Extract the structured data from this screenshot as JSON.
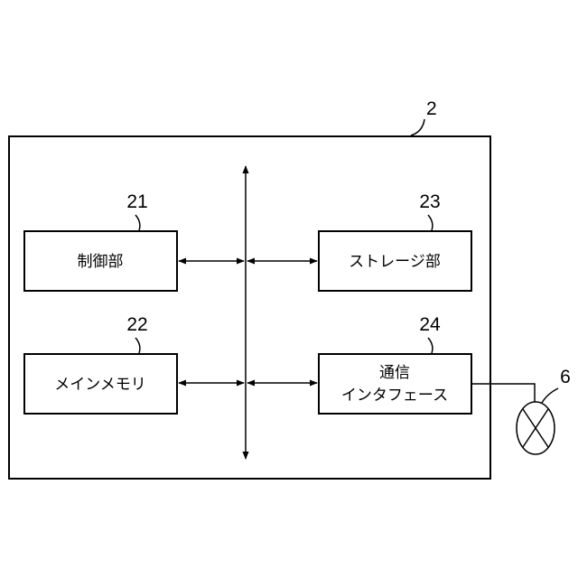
{
  "diagram": {
    "device": {
      "ref": "2"
    },
    "blocks": {
      "control": {
        "ref": "21",
        "label": "制御部"
      },
      "memory": {
        "ref": "22",
        "label": "メインメモリ"
      },
      "storage": {
        "ref": "23",
        "label": "ストレージ部"
      },
      "comm": {
        "ref": "24",
        "label_line1": "通信",
        "label_line2": "インタフェース"
      }
    },
    "external": {
      "ref": "6"
    }
  }
}
